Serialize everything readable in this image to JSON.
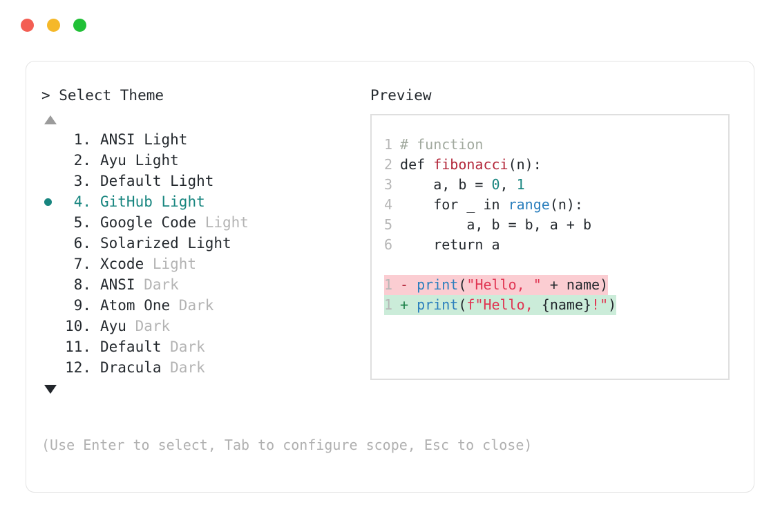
{
  "window": {
    "dots": [
      {
        "name": "close",
        "color": "#f35e53"
      },
      {
        "name": "minimize",
        "color": "#f5b829"
      },
      {
        "name": "maximize",
        "color": "#21c037"
      }
    ]
  },
  "left": {
    "title": "> Select Theme",
    "scroll_up_icon": "triangle-up-icon",
    "scroll_down_icon": "triangle-down-icon",
    "selected_index": 4,
    "bullet_char": "●",
    "items": [
      {
        "num": " 1.",
        "name": "ANSI",
        "variant": "Light",
        "variant_dim": false,
        "selected": false
      },
      {
        "num": " 2.",
        "name": "Ayu",
        "variant": "Light",
        "variant_dim": false,
        "selected": false
      },
      {
        "num": " 3.",
        "name": "Default",
        "variant": "Light",
        "variant_dim": false,
        "selected": false
      },
      {
        "num": " 4.",
        "name": "GitHub",
        "variant": "Light",
        "variant_dim": false,
        "selected": true
      },
      {
        "num": " 5.",
        "name": "Google Code",
        "variant": "Light",
        "variant_dim": true,
        "selected": false
      },
      {
        "num": " 6.",
        "name": "Solarized",
        "variant": "Light",
        "variant_dim": false,
        "selected": false
      },
      {
        "num": " 7.",
        "name": "Xcode",
        "variant": "Light",
        "variant_dim": true,
        "selected": false
      },
      {
        "num": " 8.",
        "name": "ANSI",
        "variant": "Dark",
        "variant_dim": true,
        "selected": false
      },
      {
        "num": " 9.",
        "name": "Atom One",
        "variant": "Dark",
        "variant_dim": true,
        "selected": false
      },
      {
        "num": "10.",
        "name": "Ayu",
        "variant": "Dark",
        "variant_dim": true,
        "selected": false
      },
      {
        "num": "11.",
        "name": "Default",
        "variant": "Dark",
        "variant_dim": true,
        "selected": false
      },
      {
        "num": "12.",
        "name": "Dracula",
        "variant": "Dark",
        "variant_dim": true,
        "selected": false
      }
    ]
  },
  "right": {
    "title": "Preview",
    "code_lines": [
      {
        "lineno": "1",
        "tokens": [
          {
            "t": "# function",
            "c": "tok-comment"
          }
        ]
      },
      {
        "lineno": "2",
        "tokens": [
          {
            "t": "def ",
            "c": "tok-kw"
          },
          {
            "t": "fibonacci",
            "c": "tok-fn"
          },
          {
            "t": "(n):",
            "c": "tok-plain"
          }
        ]
      },
      {
        "lineno": "3",
        "tokens": [
          {
            "t": "    a, b = ",
            "c": "tok-plain"
          },
          {
            "t": "0",
            "c": "tok-num"
          },
          {
            "t": ", ",
            "c": "tok-plain"
          },
          {
            "t": "1",
            "c": "tok-num"
          }
        ]
      },
      {
        "lineno": "4",
        "tokens": [
          {
            "t": "    for _ in ",
            "c": "tok-plain"
          },
          {
            "t": "range",
            "c": "tok-builtin"
          },
          {
            "t": "(n):",
            "c": "tok-plain"
          }
        ]
      },
      {
        "lineno": "5",
        "tokens": [
          {
            "t": "        a, b = b, a + b",
            "c": "tok-plain"
          }
        ]
      },
      {
        "lineno": "6",
        "tokens": [
          {
            "t": "    return a",
            "c": "tok-plain"
          }
        ]
      }
    ],
    "diff_lines": [
      {
        "lineno": "1",
        "marker": "-",
        "kind": "del",
        "tokens": [
          {
            "t": "print",
            "c": "tok-builtin"
          },
          {
            "t": "(",
            "c": "tok-plain"
          },
          {
            "t": "\"Hello, \"",
            "c": "tok-str"
          },
          {
            "t": " + name)",
            "c": "tok-plain"
          }
        ]
      },
      {
        "lineno": "1",
        "marker": "+",
        "kind": "add",
        "tokens": [
          {
            "t": "print",
            "c": "tok-builtin"
          },
          {
            "t": "(",
            "c": "tok-plain"
          },
          {
            "t": "f\"Hello, ",
            "c": "tok-str"
          },
          {
            "t": "{name}",
            "c": "tok-plain"
          },
          {
            "t": "!\"",
            "c": "tok-str"
          },
          {
            "t": ")",
            "c": "tok-plain"
          }
        ]
      }
    ]
  },
  "footer": {
    "hint": "(Use Enter to select, Tab to configure scope, Esc to close)"
  },
  "colors": {
    "accent": "#17857f",
    "dim": "#b4b4b4",
    "text": "#24292e",
    "diff_del_bg": "#fbcdd2",
    "diff_add_bg": "#cbecd9"
  }
}
